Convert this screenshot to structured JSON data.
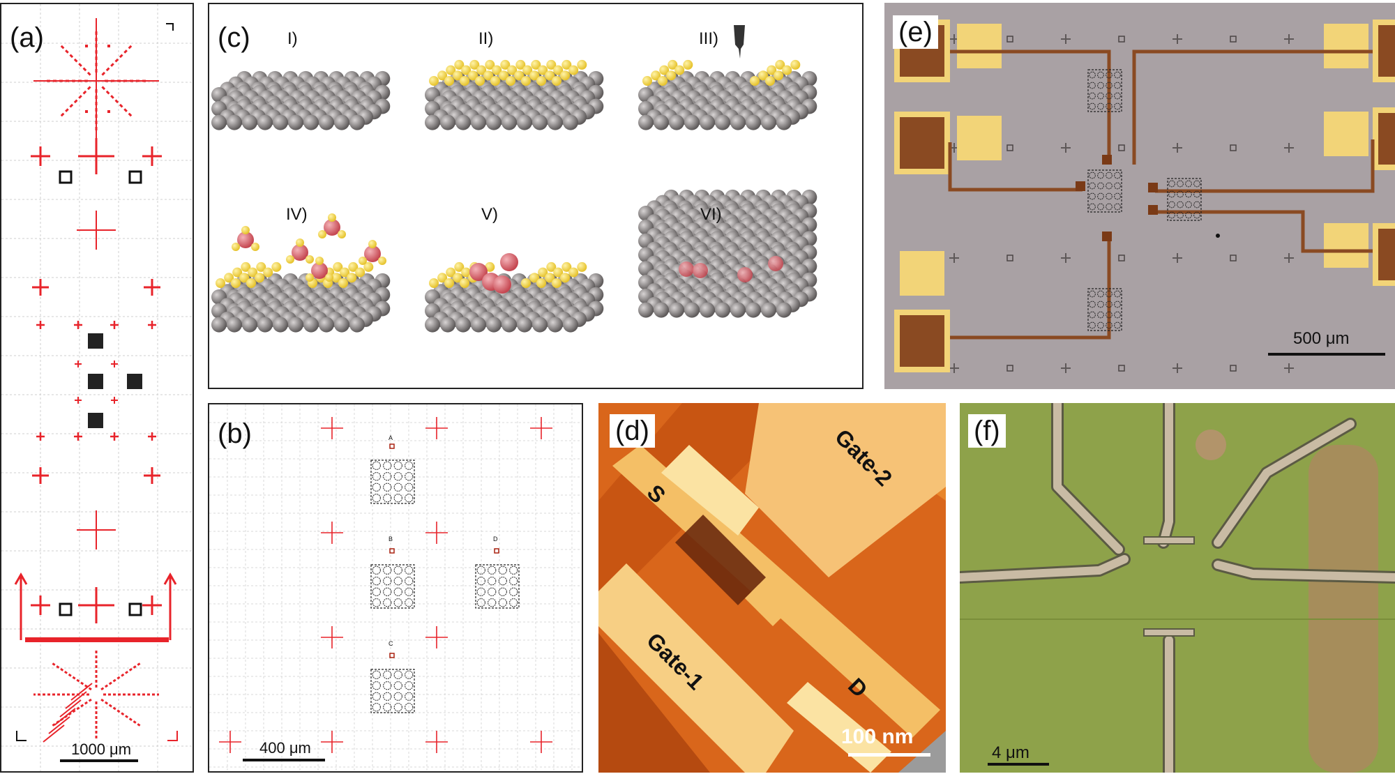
{
  "panels": {
    "a": {
      "label": "(a)",
      "scale": "1000 μm"
    },
    "b": {
      "label": "(b)",
      "scale": "400 μm",
      "array_labels": [
        "A",
        "B",
        "C",
        "D"
      ]
    },
    "c": {
      "label": "(c)",
      "steps": [
        "I)",
        "II)",
        "III)",
        "IV)",
        "V)",
        "VI)"
      ]
    },
    "d": {
      "label": "(d)",
      "terminals": {
        "source": "S",
        "drain": "D",
        "gate1": "Gate-1",
        "gate2": "Gate-2"
      },
      "scale": "100 nm"
    },
    "e": {
      "label": "(e)",
      "scale": "500 μm"
    },
    "f": {
      "label": "(f)",
      "scale": "4 μm"
    }
  },
  "colors": {
    "mark_red": "#e8232a",
    "atom_grey": "#8f8a8a",
    "atom_yellow": "#f5d94a",
    "atom_pink": "#e6707a",
    "pad_gold": "#f2d478",
    "pad_brown": "#8a4a22",
    "chip_bg": "#a9a1a4",
    "afm_orange": "#d9661b",
    "optical_green": "#8ea24a"
  }
}
